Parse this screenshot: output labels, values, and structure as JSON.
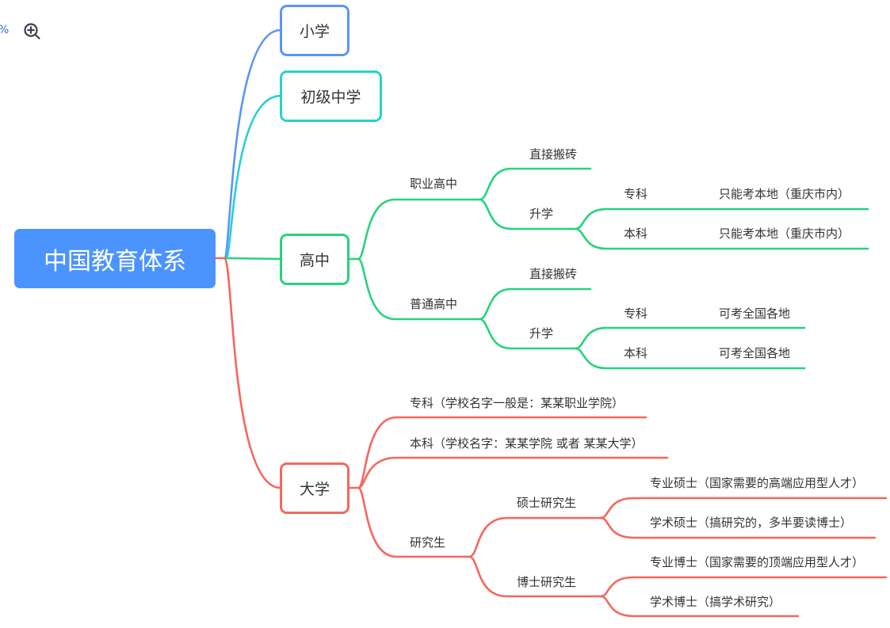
{
  "toolbar": {
    "zoom_suffix": "%",
    "zoom_in_icon": "zoom-in-icon"
  },
  "colors": {
    "root": "#4c94fd",
    "primary": "#5b95f5",
    "junior": "#25d2cf",
    "senior": "#25d47a",
    "university": "#f7665c"
  },
  "mindmap": {
    "root": "中国教育体系",
    "primary": "小学",
    "junior": "初级中学",
    "senior": {
      "label": "高中",
      "vocational": {
        "label": "职业高中",
        "work": "直接搬砖",
        "further": {
          "label": "升学",
          "zhuanke": "专科",
          "zhuanke_note": "只能考本地（重庆市内）",
          "benke": "本科",
          "benke_note": "只能考本地（重庆市内）"
        }
      },
      "general": {
        "label": "普通高中",
        "work": "直接搬砖",
        "further": {
          "label": "升学",
          "zhuanke": "专科",
          "zhuanke_note": "可考全国各地",
          "benke": "本科",
          "benke_note": "可考全国各地"
        }
      }
    },
    "university": {
      "label": "大学",
      "zhuanke": "专科（学校名字一般是：某某职业学院）",
      "benke": "本科（学校名字：某某学院 或者 某某大学）",
      "graduate": {
        "label": "研究生",
        "master": {
          "label": "硕士研究生",
          "professional": "专业硕士（国家需要的高端应用型人才）",
          "academic": "学术硕士（搞研究的，多半要读博士）"
        },
        "doctor": {
          "label": "博士研究生",
          "professional": "专业博士（国家需要的顶端应用型人才）",
          "academic": "学术博士（搞学术研究）"
        }
      }
    }
  }
}
